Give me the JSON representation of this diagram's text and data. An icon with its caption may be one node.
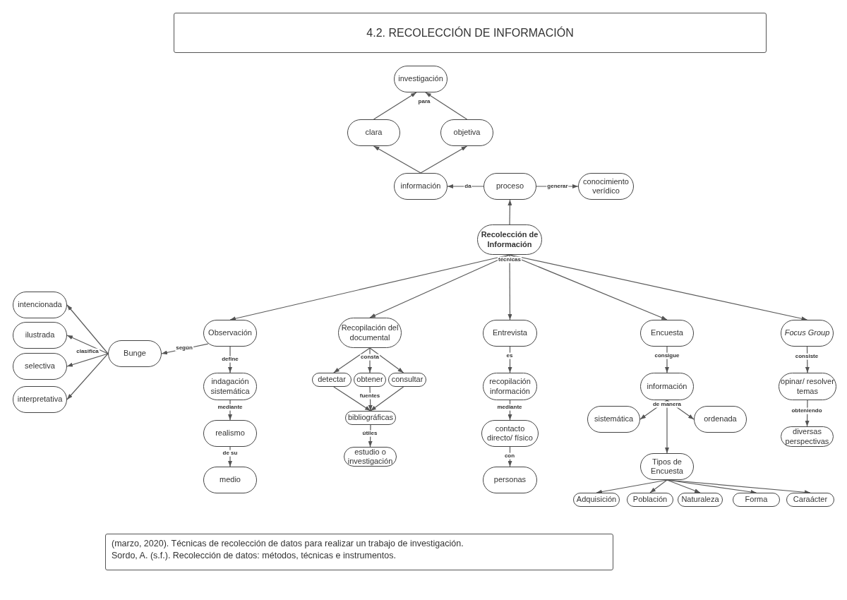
{
  "diagram": {
    "nodes": [
      {
        "text": [
          "4.2. RECOLECCIÓN DE INFORMACIÓN"
        ]
      },
      {
        "text": [
          "investigación"
        ]
      },
      {
        "text": [
          "clara"
        ]
      },
      {
        "text": [
          "objetiva"
        ]
      },
      {
        "text": [
          "información"
        ]
      },
      {
        "text": [
          "proceso"
        ]
      },
      {
        "text": [
          "conocimiento verídico"
        ]
      },
      {
        "text": [
          "Recolección de Información"
        ]
      },
      {
        "text": [
          "intencionada"
        ]
      },
      {
        "text": [
          "ilustrada"
        ]
      },
      {
        "text": [
          "selectiva"
        ]
      },
      {
        "text": [
          "interpretativa"
        ]
      },
      {
        "text": [
          "Bunge"
        ]
      },
      {
        "text": [
          "Observación"
        ]
      },
      {
        "text": [
          "indagación sistemática"
        ]
      },
      {
        "text": [
          "realismo"
        ]
      },
      {
        "text": [
          "medio"
        ]
      },
      {
        "text": [
          "Recopilación del documental"
        ]
      },
      {
        "text": [
          "detectar"
        ]
      },
      {
        "text": [
          "obtener"
        ]
      },
      {
        "text": [
          "consultar"
        ]
      },
      {
        "text": [
          "bibliográficas"
        ]
      },
      {
        "text": [
          "estudio o investigación"
        ]
      },
      {
        "text": [
          "Entrevista"
        ]
      },
      {
        "text": [
          "recopilación información"
        ]
      },
      {
        "text": [
          "contacto directo/ físico"
        ]
      },
      {
        "text": [
          "personas"
        ]
      },
      {
        "text": [
          "Encuesta"
        ]
      },
      {
        "text": [
          "información"
        ]
      },
      {
        "text": [
          "sistemática"
        ]
      },
      {
        "text": [
          "ordenada"
        ]
      },
      {
        "text": [
          "Tipos de Encuesta"
        ]
      },
      {
        "text": [
          "Adquisición"
        ]
      },
      {
        "text": [
          "Población"
        ]
      },
      {
        "text": [
          "Naturaleza"
        ]
      },
      {
        "text": [
          "Forma"
        ]
      },
      {
        "text": [
          "Caraácter"
        ]
      },
      {
        "text": [
          "Focus Group"
        ]
      },
      {
        "text": [
          "opinar/ resolver temas"
        ]
      },
      {
        "text": [
          "diversas perspectivas"
        ]
      },
      {
        "text": [
          "(marzo, 2020). Técnicas de recolección de datos para realizar un trabajo de investigación.",
          "Sordo, A. (s.f.). Recolección de datos: métodos, técnicas e instrumentos."
        ]
      }
    ],
    "edges": [
      {
        "from": 2,
        "to": 1,
        "arrow": "to",
        "label": "para"
      },
      {
        "from": 3,
        "to": 1,
        "arrow": "to"
      },
      {
        "from": 4,
        "to": 2,
        "arrow": "to"
      },
      {
        "from": 4,
        "to": 3,
        "arrow": "to"
      },
      {
        "from": 5,
        "to": 4,
        "arrow": "to",
        "label": "da"
      },
      {
        "from": 5,
        "to": 6,
        "arrow": "to",
        "label": "generar"
      },
      {
        "from": 7,
        "to": 5,
        "arrow": "to"
      },
      {
        "from": 7,
        "to": 13,
        "arrow": "to",
        "label": "técnicas"
      },
      {
        "from": 7,
        "to": 17,
        "arrow": "to"
      },
      {
        "from": 7,
        "to": 23,
        "arrow": "to"
      },
      {
        "from": 7,
        "to": 27,
        "arrow": "to"
      },
      {
        "from": 7,
        "to": 37,
        "arrow": "to"
      },
      {
        "from": 13,
        "to": 12,
        "arrow": "to",
        "label": "según"
      },
      {
        "from": 12,
        "to": 8,
        "arrow": "to",
        "label": "clasifica"
      },
      {
        "from": 12,
        "to": 9,
        "arrow": "to"
      },
      {
        "from": 12,
        "to": 10,
        "arrow": "to"
      },
      {
        "from": 12,
        "to": 11,
        "arrow": "to"
      },
      {
        "from": 13,
        "to": 14,
        "arrow": "to",
        "label": "define"
      },
      {
        "from": 14,
        "to": 15,
        "arrow": "to",
        "label": "mediante"
      },
      {
        "from": 15,
        "to": 16,
        "arrow": "to",
        "label": "de su"
      },
      {
        "from": 17,
        "to": 18,
        "arrow": "to",
        "label": "consta"
      },
      {
        "from": 17,
        "to": 19,
        "arrow": "to"
      },
      {
        "from": 17,
        "to": 20,
        "arrow": "to"
      },
      {
        "from": 18,
        "to": 21,
        "arrow": "to"
      },
      {
        "from": 19,
        "to": 21,
        "arrow": "to",
        "label": "fuentes"
      },
      {
        "from": 20,
        "to": 21,
        "arrow": "to"
      },
      {
        "from": 21,
        "to": 22,
        "arrow": "to",
        "label": "útiles"
      },
      {
        "from": 23,
        "to": 24,
        "arrow": "to",
        "label": "es"
      },
      {
        "from": 24,
        "to": 25,
        "arrow": "to",
        "label": "mediante"
      },
      {
        "from": 25,
        "to": 26,
        "arrow": "to",
        "label": "con"
      },
      {
        "from": 27,
        "to": 28,
        "arrow": "to",
        "label": "consigue"
      },
      {
        "from": 28,
        "to": 29,
        "arrow": "to",
        "label": "de manera"
      },
      {
        "from": 28,
        "to": 30,
        "arrow": "to"
      },
      {
        "from": 28,
        "to": 31,
        "arrow": "to"
      },
      {
        "from": 31,
        "to": 32,
        "arrow": "to"
      },
      {
        "from": 31,
        "to": 33,
        "arrow": "to"
      },
      {
        "from": 31,
        "to": 34,
        "arrow": "to"
      },
      {
        "from": 31,
        "to": 35,
        "arrow": "to"
      },
      {
        "from": 31,
        "to": 36,
        "arrow": "to"
      },
      {
        "from": 37,
        "to": 38,
        "arrow": "to",
        "label": "consiste"
      },
      {
        "from": 38,
        "to": 39,
        "arrow": "to",
        "label": "obteniendo"
      }
    ]
  }
}
